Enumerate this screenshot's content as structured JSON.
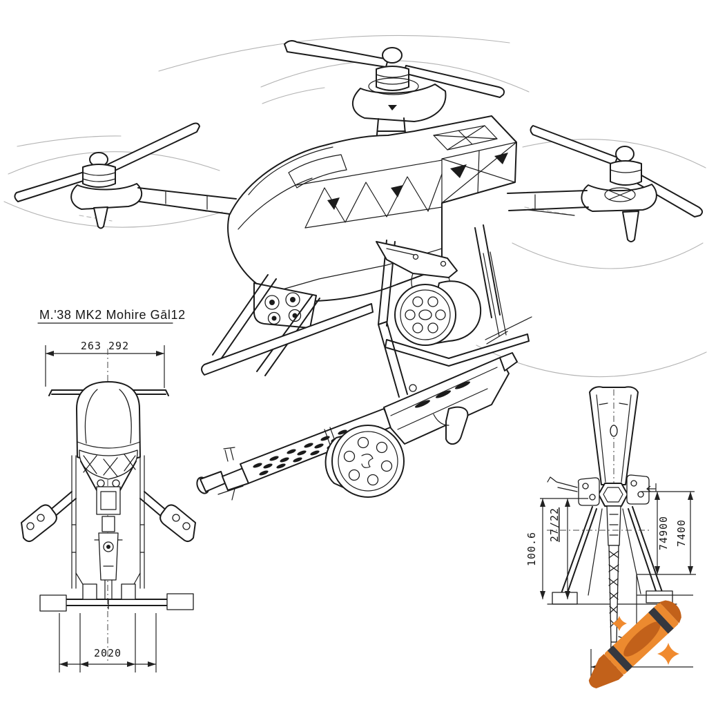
{
  "blueprint": {
    "title": "M.'38 MK2 Mohire Gāl12",
    "front_view": {
      "dim_width_top": "263 292",
      "dim_width_bottom": "2020"
    },
    "side_view": {
      "dim_left_outer": "100.6",
      "dim_left_inner": "27/22",
      "dim_right_inner": "74900",
      "dim_right_outer": "7400"
    }
  },
  "colors": {
    "ink": "#1b1b1b",
    "paper": "#ffffff",
    "crayon_body": "#EC8A2F",
    "crayon_shade": "#C2611A",
    "crayon_stripe": "#35383F",
    "sparkle": "#F08A2E"
  }
}
